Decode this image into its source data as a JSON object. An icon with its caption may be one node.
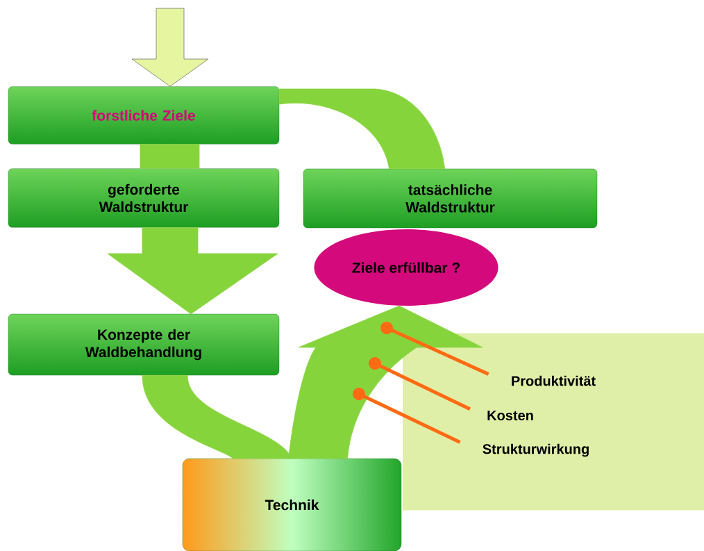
{
  "diagram": {
    "nodes": [
      {
        "text": [
          "forstliche Ziele"
        ]
      },
      {
        "text": [
          "geforderte Waldstruktur"
        ]
      },
      {
        "text": [
          "Konzepte der Waldbehandlung"
        ]
      },
      {
        "text": [
          "Technik"
        ]
      },
      {
        "text": [
          "tatsächliche Waldstruktur"
        ]
      },
      {
        "text": [
          "Ziele erfüllbar ?"
        ]
      },
      {
        "text": [],
        "shape": "box"
      },
      {
        "text": [
          "Produktivität"
        ],
        "in": 6
      },
      {
        "text": [
          "Kosten"
        ],
        "in": 6
      },
      {
        "text": [
          "Strukturwirkung"
        ],
        "in": 6
      }
    ],
    "edges": [
      {
        "from": null,
        "to": 0,
        "arrow": "to",
        "color": "#e6f5a0"
      },
      {
        "from": 0,
        "to": 1,
        "arrow": "none"
      },
      {
        "from": 1,
        "to": 2,
        "arrow": "to"
      },
      {
        "from": 2,
        "to": 3,
        "arrow": "none"
      },
      {
        "from": 3,
        "to": 5,
        "arrow": "to"
      },
      {
        "from": 4,
        "to": 0,
        "arrow": "none"
      },
      {
        "from": 7,
        "to": null,
        "arrow": "other",
        "color": "#ff6a13"
      },
      {
        "from": 8,
        "to": null,
        "arrow": "other",
        "color": "#ff6a13"
      },
      {
        "from": 9,
        "to": null,
        "arrow": "other",
        "color": "#ff6a13"
      }
    ]
  }
}
